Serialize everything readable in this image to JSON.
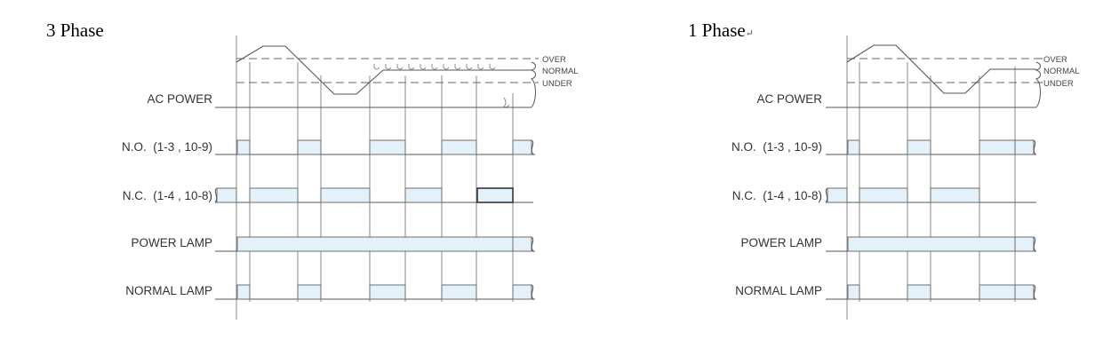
{
  "panels": [
    {
      "id": "three-phase",
      "title": "3 Phase",
      "title_mark": "",
      "signals": [
        "AC POWER",
        "N.O.  (1-3 , 10-9)",
        "N.C.  (1-4 , 10-8)",
        "POWER LAMP",
        "NORMAL LAMP"
      ],
      "levels": [
        "OVER",
        "NORMAL",
        "UNDER"
      ]
    },
    {
      "id": "single-phase",
      "title": "1 Phase",
      "title_mark": "↵",
      "signals": [
        "AC POWER",
        "N.O.  (1-3 , 10-9)",
        "N.C.  (1-4 , 10-8)",
        "POWER LAMP",
        "NORMAL LAMP"
      ],
      "levels": [
        "OVER",
        "NORMAL",
        "UNDER"
      ]
    }
  ]
}
